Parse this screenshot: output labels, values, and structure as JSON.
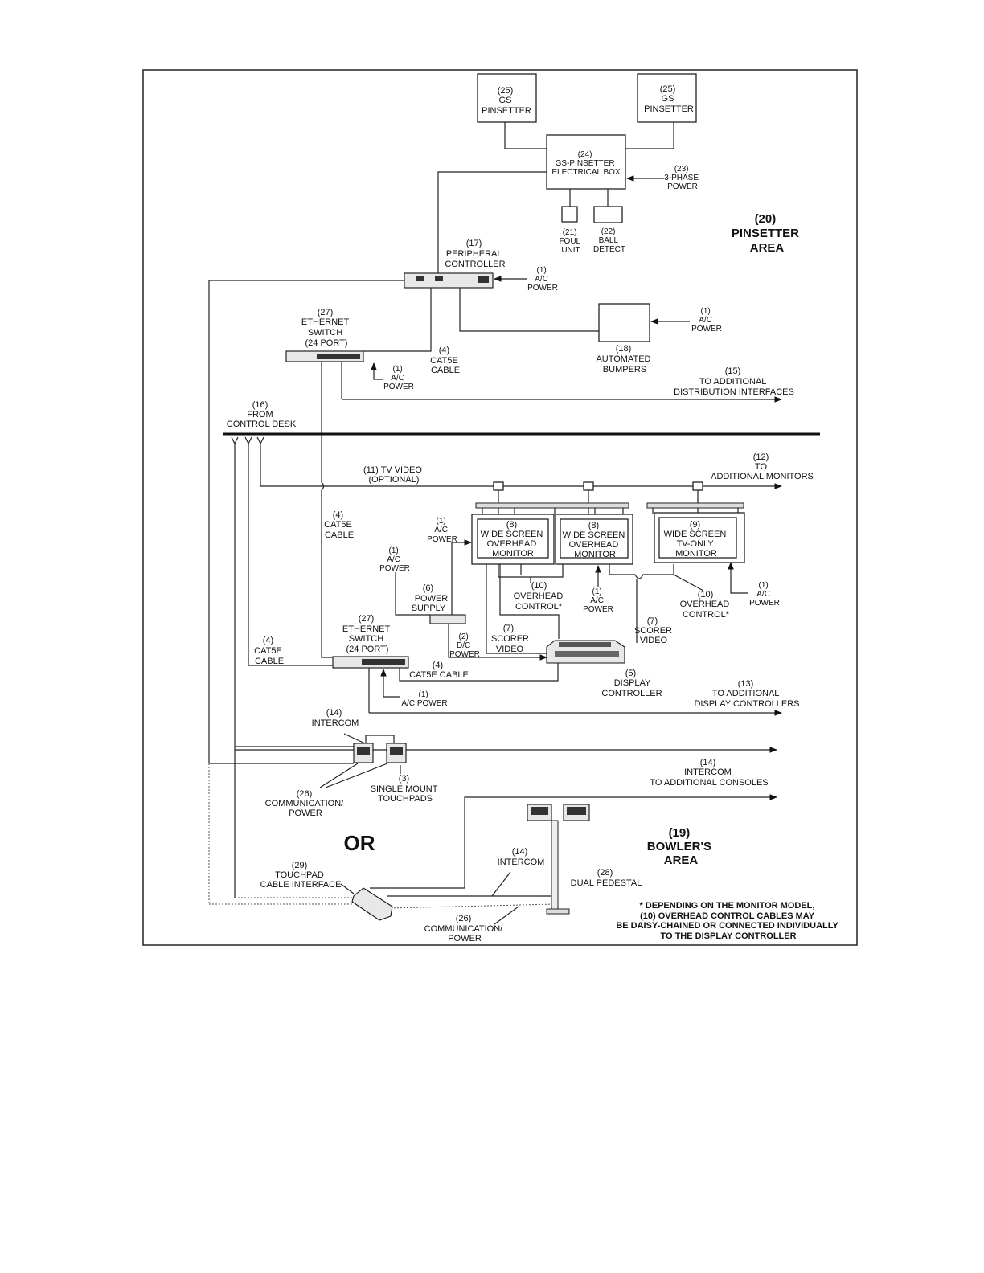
{
  "labels": {
    "pinsetter_left": [
      "(25)",
      "GS",
      "PINSETTER"
    ],
    "pinsetter_right": [
      "(25)",
      "GS",
      "PINSETTER"
    ],
    "electrical_box": [
      "(24)",
      "GS-PINSETTER",
      "ELECTRICAL BOX"
    ],
    "three_phase": [
      "(23)",
      "3-PHASE",
      "POWER"
    ],
    "foul_unit": [
      "(21)",
      "FOUL",
      "UNIT"
    ],
    "ball_detect": [
      "(22)",
      "BALL",
      "DETECT"
    ],
    "pinsetter_area": [
      "(20)",
      "PINSETTER",
      "AREA"
    ],
    "peripheral_controller": [
      "(17)",
      "PERIPHERAL",
      "CONTROLLER"
    ],
    "ac_power_periph": [
      "(1)",
      "A/C",
      "POWER"
    ],
    "ac_power_bumpers": [
      "(1)",
      "A/C",
      "POWER"
    ],
    "automated_bumpers": [
      "(18)",
      "AUTOMATED",
      "BUMPERS"
    ],
    "ethernet_switch_top": [
      "(27)",
      "ETHERNET",
      "SWITCH",
      "(24 PORT)"
    ],
    "cat5e_top": [
      "(4)",
      "CAT5E",
      "CABLE"
    ],
    "ac_power_switch_top": [
      "(1)",
      "A/C",
      "POWER"
    ],
    "additional_distribution": [
      "(15)",
      "TO ADDITIONAL",
      "DISTRIBUTION INTERFACES"
    ],
    "from_control_desk": [
      "(16)",
      "FROM",
      "CONTROL DESK"
    ],
    "tv_video": [
      "(11) TV VIDEO",
      "(OPTIONAL)"
    ],
    "additional_monitors": [
      "(12)",
      "TO",
      "ADDITIONAL MONITORS"
    ],
    "cat5e_mid": [
      "(4)",
      "CAT5E",
      "CABLE"
    ],
    "ac_power_monitor_a": [
      "(1)",
      "A/C",
      "POWER"
    ],
    "ac_power_psu": [
      "(1)",
      "A/C",
      "POWER"
    ],
    "monitor_1": [
      "(8)",
      "WIDE SCREEN",
      "OVERHEAD",
      "MONITOR"
    ],
    "monitor_2": [
      "(8)",
      "WIDE SCREEN",
      "OVERHEAD",
      "MONITOR"
    ],
    "monitor_3": [
      "(9)",
      "WIDE SCREEN",
      "TV-ONLY",
      "MONITOR"
    ],
    "power_supply": [
      "(6)",
      "POWER",
      "SUPPLY"
    ],
    "overhead_control_1": [
      "(10)",
      "OVERHEAD",
      "CONTROL*"
    ],
    "ac_power_monitor_b": [
      "(1)",
      "A/C",
      "POWER"
    ],
    "overhead_control_2": [
      "(10)",
      "OVERHEAD",
      "CONTROL*"
    ],
    "ac_power_monitor_c": [
      "(1)",
      "A/C",
      "POWER"
    ],
    "ethernet_switch_bottom": [
      "(27)",
      "ETHERNET",
      "SWITCH",
      "(24 PORT)"
    ],
    "cat5e_left": [
      "(4)",
      "CAT5E",
      "CABLE"
    ],
    "dc_power": [
      "(2)",
      "D/C",
      "POWER"
    ],
    "scorer_video_1": [
      "(7)",
      "SCORER",
      "VIDEO"
    ],
    "scorer_video_2": [
      "(7)",
      "SCORER",
      "VIDEO"
    ],
    "cat5e_bottom": [
      "(4)",
      "CAT5E CABLE"
    ],
    "display_controller": [
      "(5)",
      "DISPLAY",
      "CONTROLLER"
    ],
    "ac_power_switch_bottom": [
      "(1)",
      "A/C POWER"
    ],
    "additional_display_controllers": [
      "(13)",
      "TO ADDITIONAL",
      "DISPLAY CONTROLLERS"
    ],
    "intercom_top": [
      "(14)",
      "INTERCOM"
    ],
    "intercom_consoles": [
      "(14)",
      "INTERCOM",
      "TO ADDITIONAL CONSOLES"
    ],
    "comm_power_top": [
      "(26)",
      "COMMUNICATION/",
      "POWER"
    ],
    "single_mount_touchpads": [
      "(3)",
      "SINGLE MOUNT",
      "TOUCHPADS"
    ],
    "or_label": "OR",
    "bowlers_area": [
      "(19)",
      "BOWLER'S",
      "AREA"
    ],
    "touchpad_cable_interface": [
      "(29)",
      "TOUCHPAD",
      "CABLE INTERFACE"
    ],
    "intercom_bottom": [
      "(14)",
      "INTERCOM"
    ],
    "dual_pedestal": [
      "(28)",
      "DUAL PEDESTAL"
    ],
    "comm_power_bottom": [
      "(26)",
      "COMMUNICATION/",
      "POWER"
    ],
    "footnote": [
      "* DEPENDING ON THE MONITOR MODEL,",
      "(10) OVERHEAD CONTROL CABLES MAY",
      "BE DAISY-CHAINED OR CONNECTED INDIVIDUALLY",
      "TO THE DISPLAY CONTROLLER"
    ]
  }
}
